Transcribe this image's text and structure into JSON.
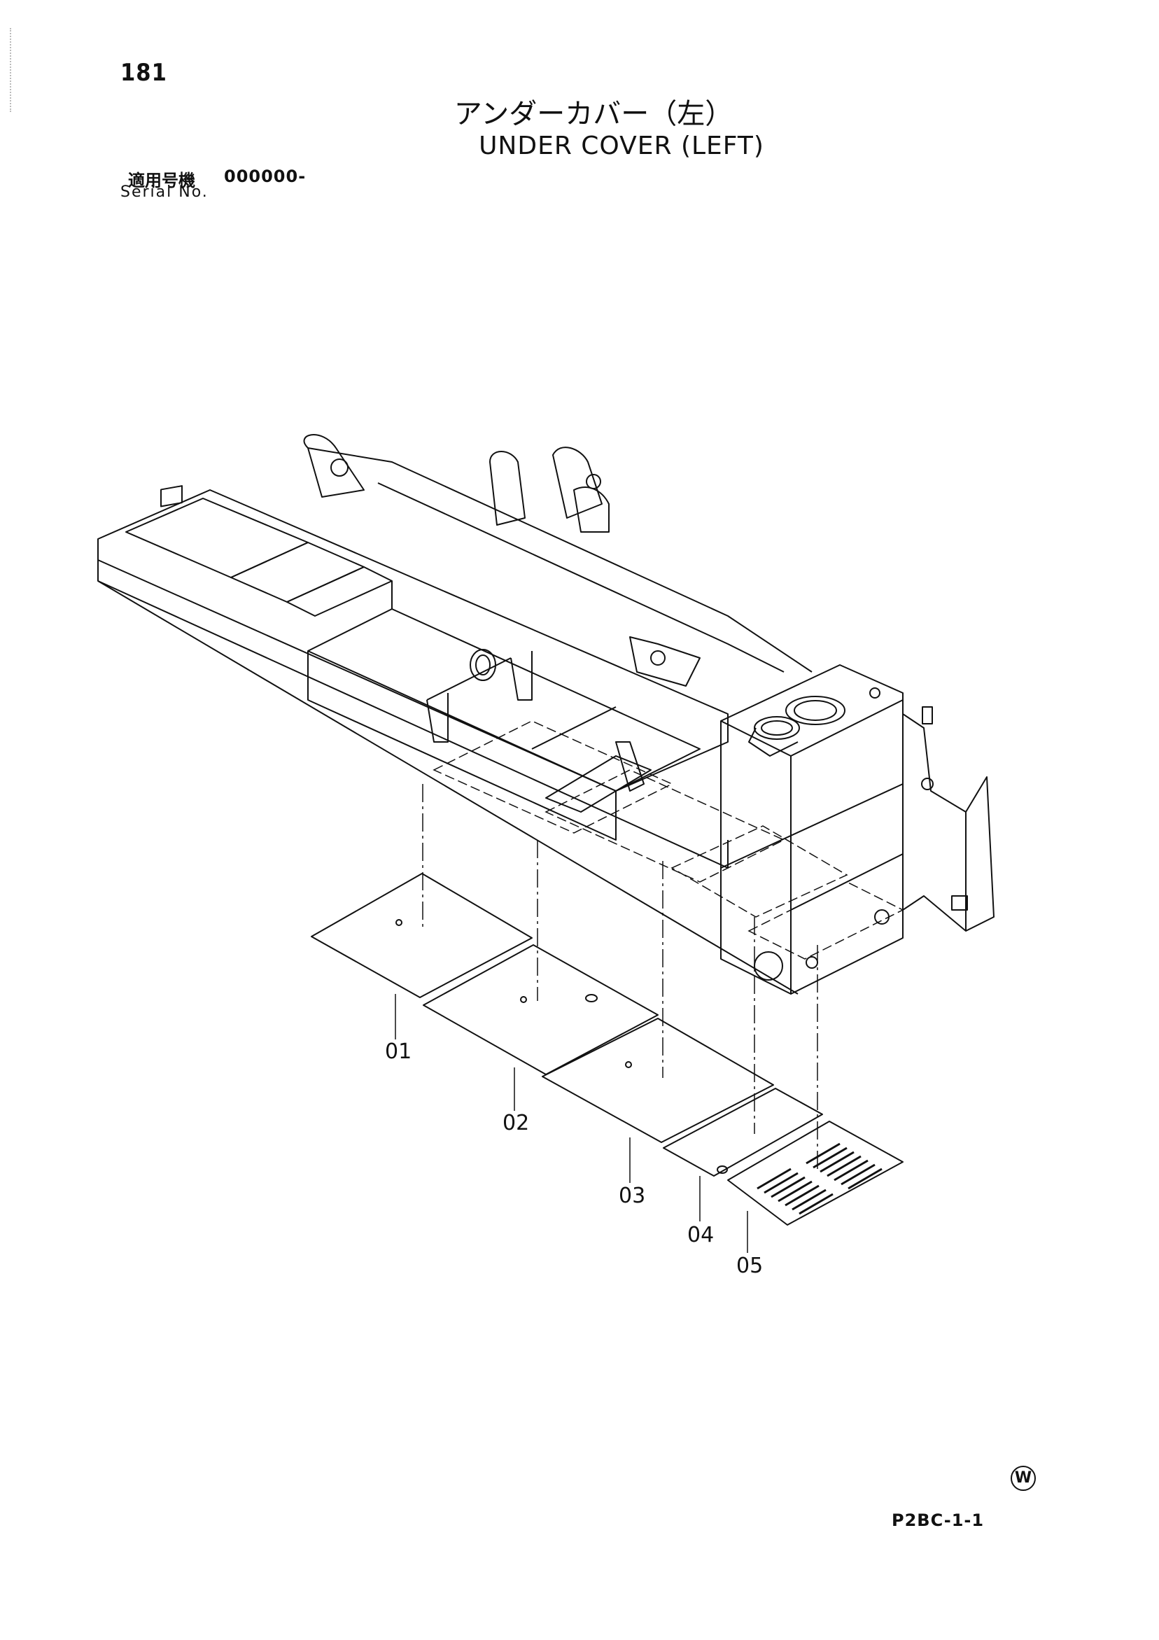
{
  "header": {
    "page_number": "181",
    "title_japanese": "アンダーカバー（左）",
    "title_english": "UNDER COVER (LEFT)",
    "serial_label_japanese": "適用号機",
    "serial_range": "000000-",
    "serial_label_english": "Serial No."
  },
  "parts": [
    {
      "callout": "01"
    },
    {
      "callout": "02"
    },
    {
      "callout": "03"
    },
    {
      "callout": "04"
    },
    {
      "callout": "05"
    }
  ],
  "footer": {
    "watermark_letter": "W",
    "drawing_code": "P2BC-1-1"
  }
}
